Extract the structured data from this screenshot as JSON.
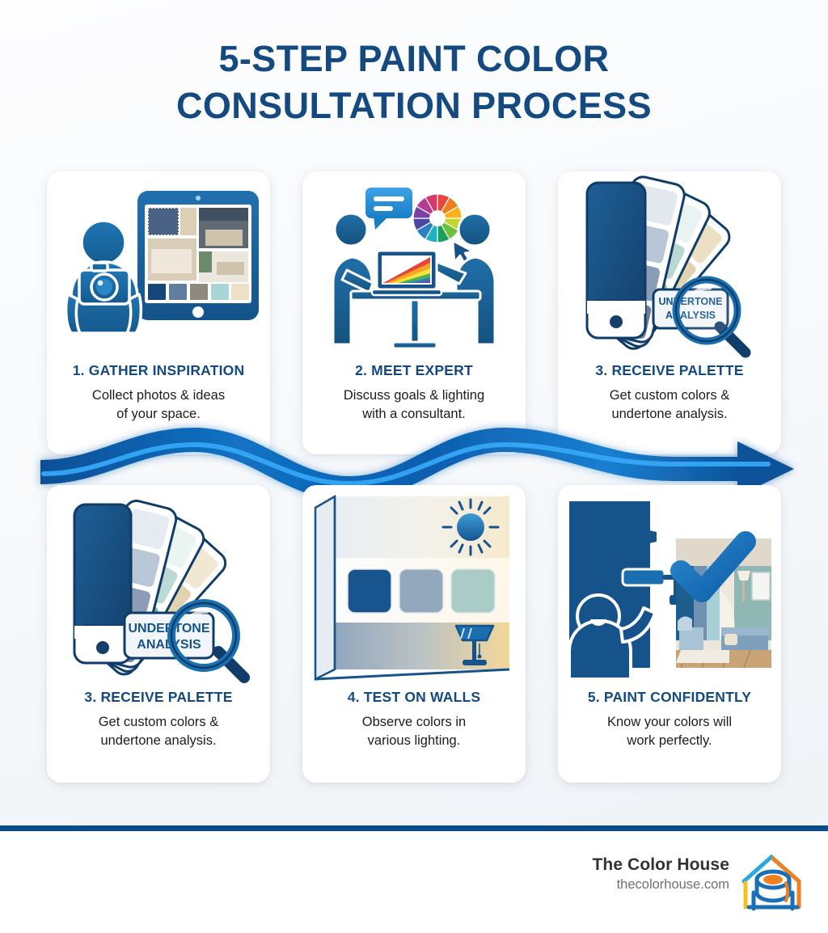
{
  "title": {
    "line1": "5-STEP PAINT COLOR",
    "line2": "CONSULTATION PROCESS"
  },
  "colors": {
    "brand_navy": "#144a80",
    "brand_blue": "#0a4b8c",
    "arrow_dark": "#0e5aa7",
    "arrow_light": "#2b9ef0",
    "card_bg": "#ffffff",
    "page_bg": "#f4f7fa",
    "logo_orange": "#ef8022",
    "logo_blue": "#1b6fb5",
    "logo_yellow": "#f4c01f",
    "logo_cyan": "#2aa9e0"
  },
  "steps": [
    {
      "title": "1. GATHER INSPIRATION",
      "desc_line1": "Collect photos & ideas",
      "desc_line2": "of your space.",
      "art": "person-with-camera-and-tablet",
      "palette": [
        "#15477b",
        "#5f7d9e",
        "#8e8b7e",
        "#a8d5d5",
        "#ede0c8"
      ]
    },
    {
      "title": "2. MEET EXPERT",
      "desc_line1": "Discuss goals & lighting",
      "desc_line2": "with a consultant.",
      "art": "two-people-at-table-with-laptop"
    },
    {
      "title": "3. RECEIVE PALETTE",
      "desc_line1": "Get custom colors &",
      "desc_line2": "undertone analysis.",
      "art": "paint-fan-deck-with-magnifier",
      "magnifier_label_line1": "UNDERTONE",
      "magnifier_label_line2": "ANALYSIS"
    },
    {
      "title": "3. RECEIVE PALETTE",
      "desc_line1": "Get custom colors &",
      "desc_line2": "undertone analysis.",
      "art": "paint-fan-deck-with-magnifier",
      "magnifier_label_line1": "UNDERTONE",
      "magnifier_label_line2": "ANALYSIS"
    },
    {
      "title": "4. TEST ON WALLS",
      "desc_line1": "Observe colors in",
      "desc_line2": "various lighting.",
      "art": "wall-with-swatches-sun-lamp",
      "swatches": [
        "#18548d",
        "#93a7bd",
        "#a9ccc6"
      ]
    },
    {
      "title": "5. PAINT CONFIDENTLY",
      "desc_line1": "Know your colors will",
      "desc_line2": "work perfectly.",
      "art": "painter-with-roller-and-checkmark"
    }
  ],
  "footer": {
    "brand_name": "The Color House",
    "brand_url": "thecolorhouse.com",
    "logo": "house-with-paint-can-logo"
  }
}
